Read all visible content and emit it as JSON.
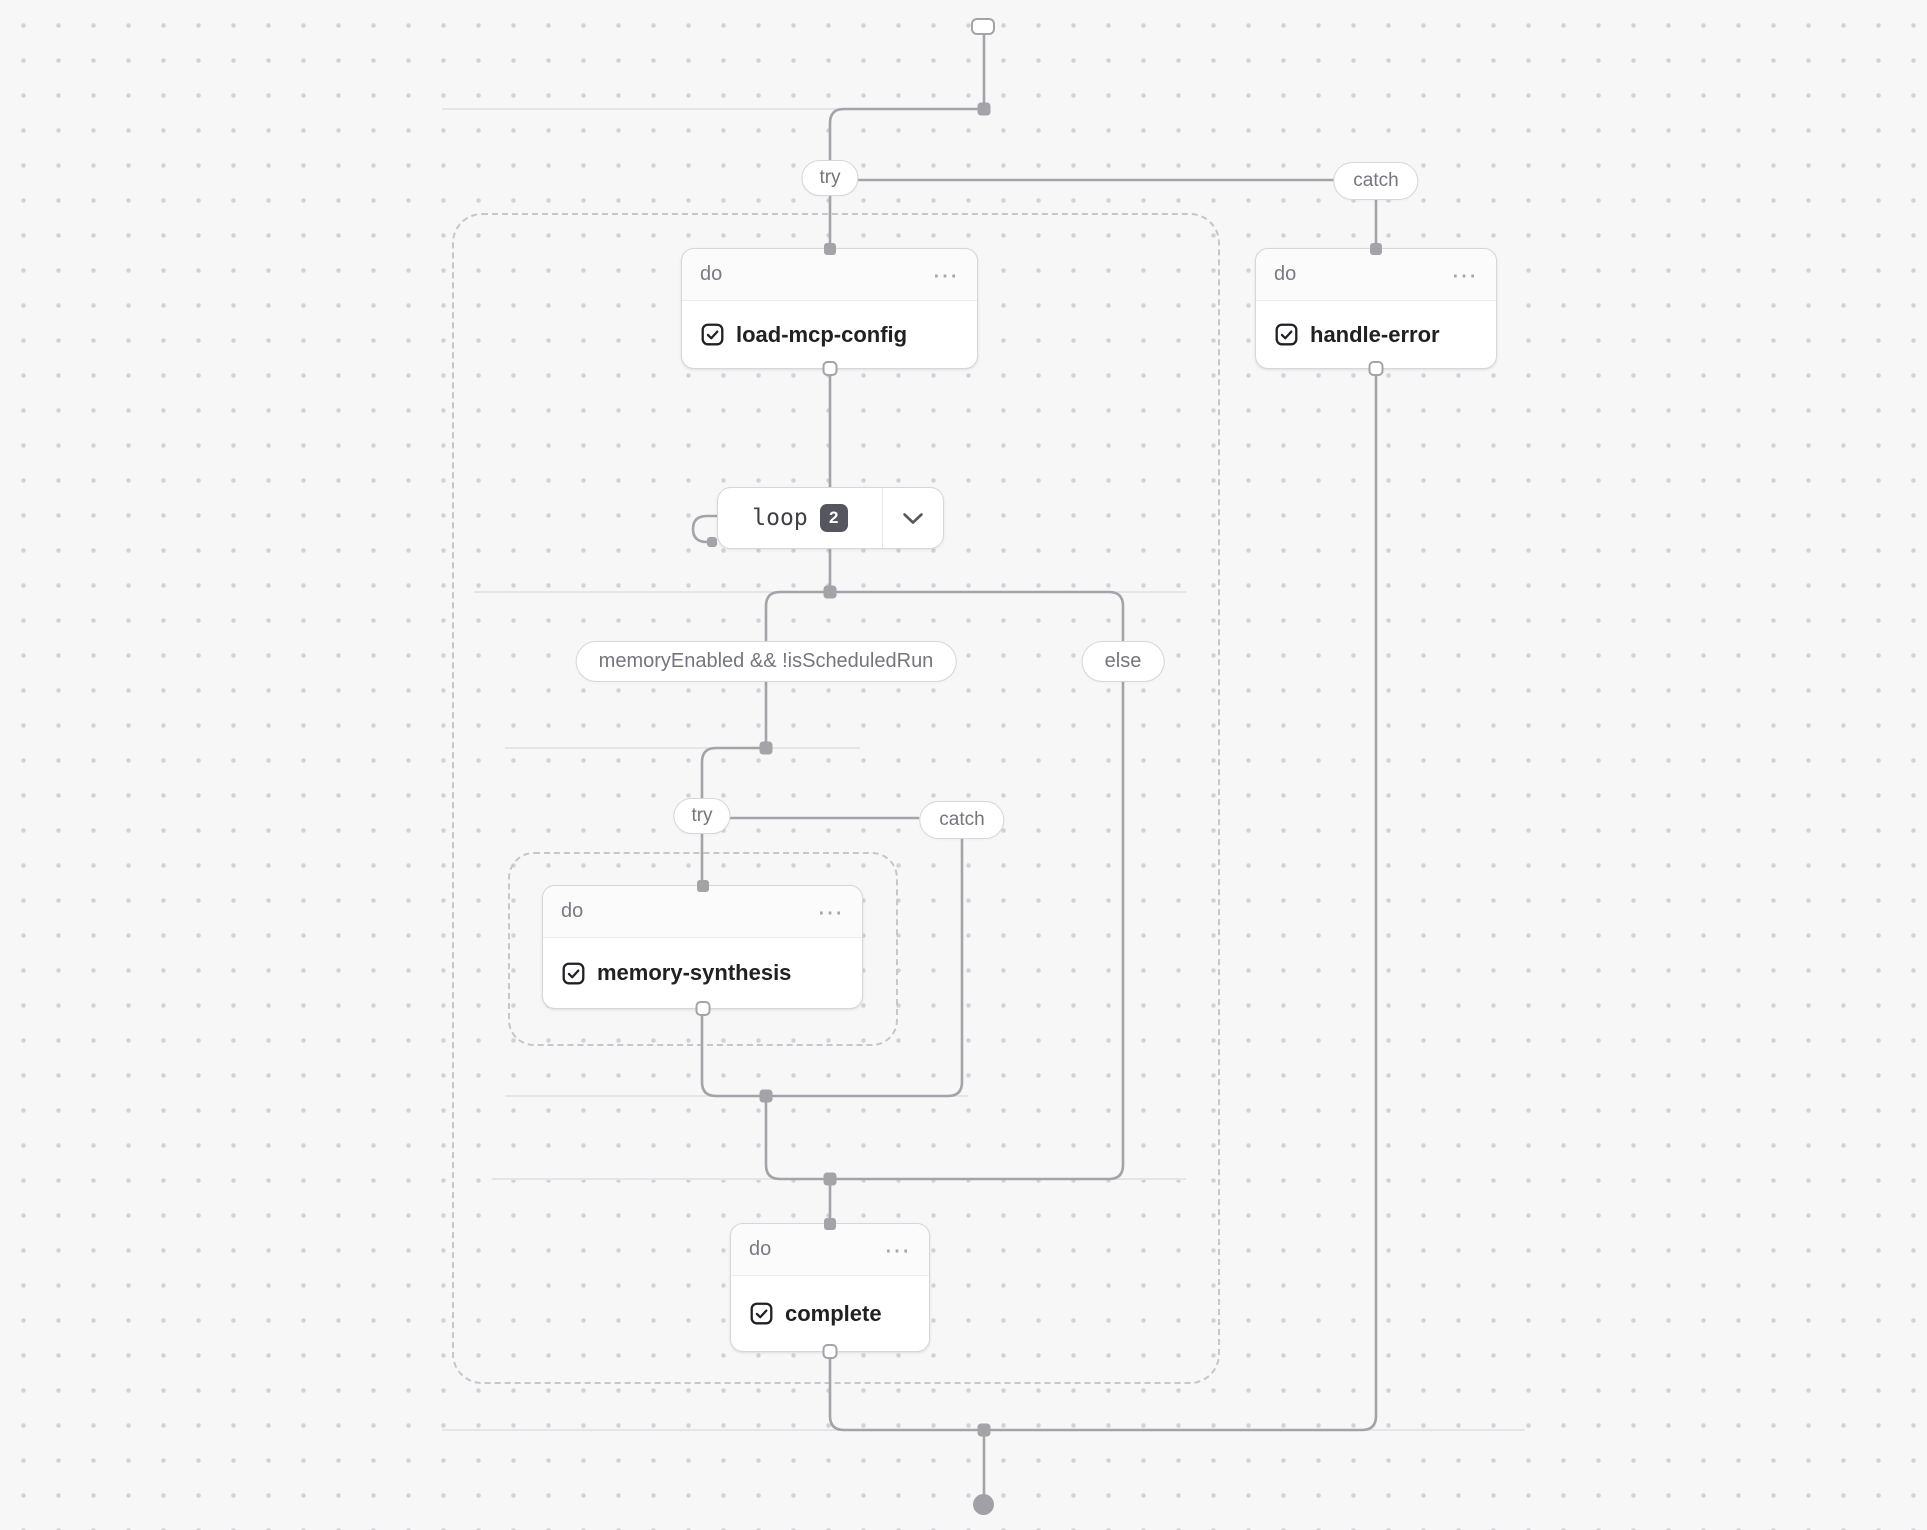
{
  "canvas": {
    "background": "#f7f7f8",
    "dot_color": "#d2d2d6",
    "edge_color": "#a3a3a8",
    "guide_line_color": "#e5e5e8",
    "text_dark": "#202025",
    "text_muted": "#75757e"
  },
  "nodes": {
    "try_outer": {
      "label": "try"
    },
    "catch_outer": {
      "label": "catch"
    },
    "load_mcp_config": {
      "header": "do",
      "menu": "⋯",
      "task": "load-mcp-config"
    },
    "handle_error": {
      "header": "do",
      "menu": "⋯",
      "task": "handle-error"
    },
    "loop": {
      "label": "loop",
      "count": "2"
    },
    "branch": {
      "condition": "memoryEnabled && !isScheduledRun",
      "else_label": "else"
    },
    "try_inner": {
      "label": "try"
    },
    "catch_inner": {
      "label": "catch"
    },
    "memory_synthesis": {
      "header": "do",
      "menu": "⋯",
      "task": "memory-synthesis"
    },
    "complete": {
      "header": "do",
      "menu": "⋯",
      "task": "complete"
    }
  }
}
